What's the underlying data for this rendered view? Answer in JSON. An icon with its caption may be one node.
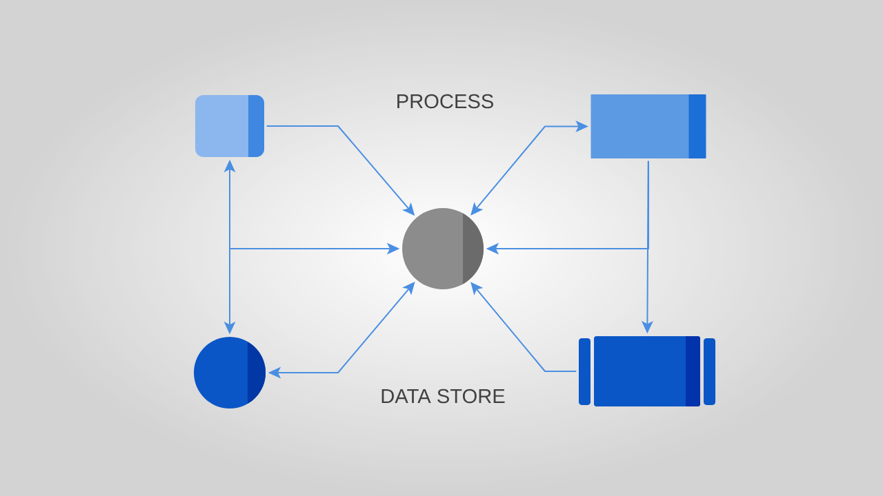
{
  "diagram": {
    "nodes": [
      {
        "text": [],
        "shape": "box"
      },
      {
        "text": [],
        "shape": "box"
      },
      {
        "text": [],
        "shape": "circle"
      },
      {
        "text": [],
        "shape": "circle"
      },
      {
        "text": [],
        "shape": "box"
      }
    ],
    "edges": [
      {
        "from": 0,
        "to": 2,
        "arrow": "to"
      },
      {
        "from": 1,
        "to": 2,
        "arrow": "both"
      },
      {
        "from": 0,
        "to": 3,
        "arrow": "both"
      },
      {
        "from": null,
        "to": 2,
        "arrow": "to"
      },
      {
        "from": 1,
        "to": 4,
        "arrow": "to"
      },
      {
        "from": 1,
        "to": 2,
        "arrow": "to"
      },
      {
        "from": 3,
        "to": 2,
        "arrow": "both"
      },
      {
        "from": 4,
        "to": 2,
        "arrow": "to"
      }
    ],
    "labels": [
      "PROCESS",
      "DATA STORE"
    ]
  }
}
